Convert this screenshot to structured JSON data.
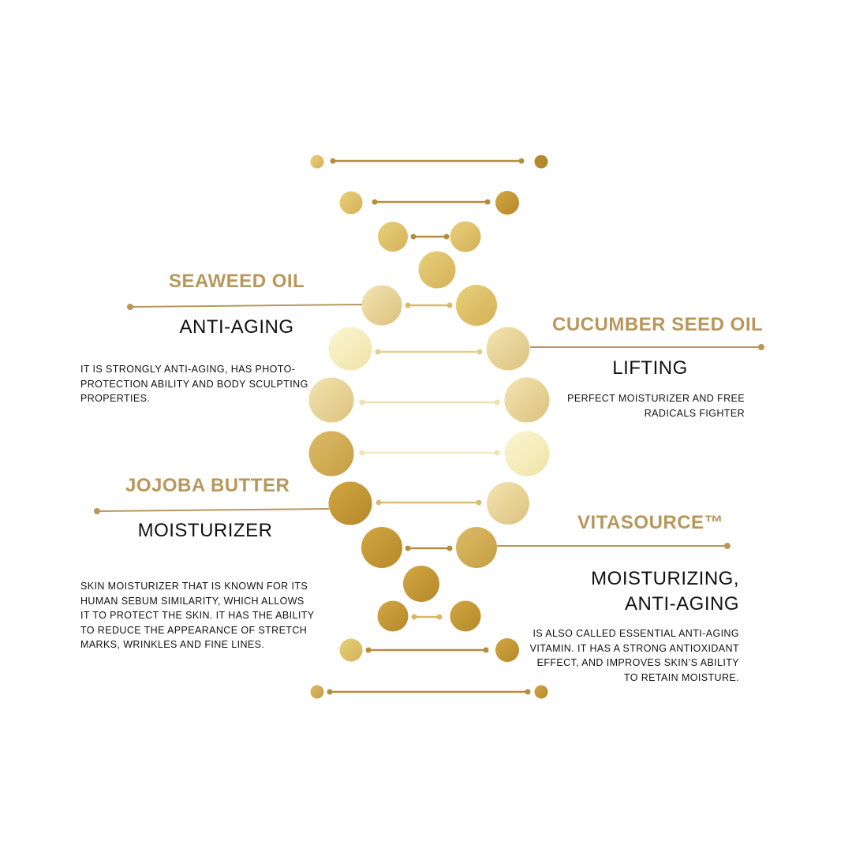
{
  "colors": {
    "accent": "#b9975b",
    "text": "#111111",
    "connector": "#b9975b",
    "background": "#ffffff"
  },
  "callouts": [
    {
      "id": "seaweed",
      "ingredient": "SEAWEED OIL",
      "benefit_lines": [
        "ANTI-AGING"
      ],
      "description_lines": [
        "IT IS STRONGLY ANTI-AGING, HAS PHOTO-",
        "PROTECTION ABILITY AND BODY SCULPTING",
        "PROPERTIES."
      ]
    },
    {
      "id": "cucumber",
      "ingredient": "CUCUMBER SEED OIL",
      "benefit_lines": [
        "LIFTING"
      ],
      "description_lines": [
        "PERFECT MOISTURIZER AND FREE",
        "RADICALS FIGHTER"
      ]
    },
    {
      "id": "jojoba",
      "ingredient": "JOJOBA BUTTER",
      "benefit_lines": [
        "MOISTURIZER"
      ],
      "description_lines": [
        "SKIN MOISTURIZER THAT IS KNOWN FOR ITS",
        "HUMAN SEBUM SIMILARITY, WHICH ALLOWS",
        "IT TO PROTECT THE SKIN. IT HAS THE ABILITY",
        "TO REDUCE THE APPEARANCE OF STRETCH",
        "MARKS, WRINKLES AND FINE LINES."
      ]
    },
    {
      "id": "vitasource",
      "ingredient": "VITASOURCE™",
      "benefit_lines": [
        "MOISTURIZING,",
        "ANTI-AGING"
      ],
      "description_lines": [
        "IS ALSO CALLED ESSENTIAL ANTI-AGING",
        "VITAMIN. IT HAS A STRONG ANTIOXIDANT",
        "EFFECT, AND IMPROVES SKIN’S ABILITY",
        "TO RETAIN MOISTURE."
      ]
    }
  ]
}
